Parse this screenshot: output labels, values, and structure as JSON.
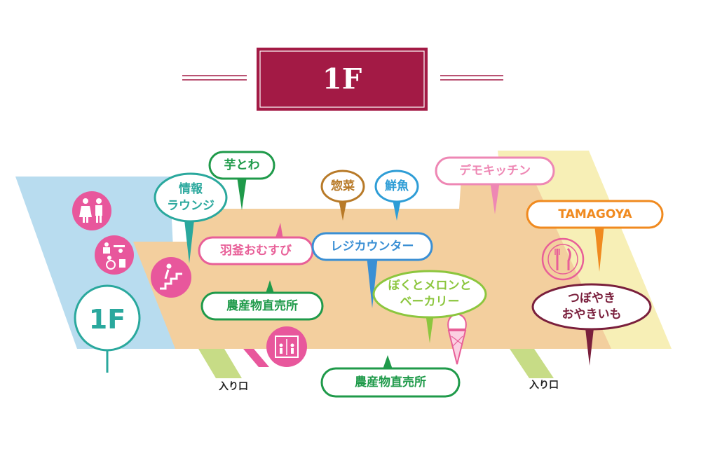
{
  "header": {
    "floor_title": "1F"
  },
  "badge": {
    "floor_label": "1F"
  },
  "entrances": {
    "left": "入り口",
    "right": "入り口"
  },
  "shops": {
    "imotowa": "芋とわ",
    "info_lounge_line1": "情報",
    "info_lounge_line2": "ラウンジ",
    "souzai": "惣菜",
    "sengyo": "鮮魚",
    "demo_kitchen": "デモキッチン",
    "tamagoya": "TAMAGOYA",
    "hagama_omusubi": "羽釜おむすび",
    "register_counter": "レジカウンター",
    "melonpan_line1": "ぼくとメロンと",
    "melonpan_line2": "ベーカリー",
    "tsubo_yaki_line1": "つぼやき",
    "tsubo_yaki_line2": "おやきいも",
    "nousanbutsu_upper": "農産物直売所",
    "nousanbutsu_lower": "農産物直売所"
  },
  "colors": {
    "title_bg": "#a31a45",
    "floor": "#f3cf9e",
    "left_zone": "#b8dcef",
    "right_zone": "#f7efb6",
    "entrance_path": "#c7dc86",
    "facility_pink": "#e8579c",
    "teal": "#2aa89d",
    "green": "#1f9a4a",
    "brown": "#b87a28",
    "sky": "#2e9dd6",
    "light_pink": "#ee87b4",
    "orange": "#f08a1f",
    "pink": "#e85f98",
    "blue": "#3a8fd4",
    "lime": "#8cc63e",
    "maroon": "#7a1f3c"
  },
  "icons": [
    "restroom-icon",
    "baby-care-icon",
    "wheelchair-icon",
    "stairs-icon",
    "elevator-icon",
    "dining-icon",
    "ice-cream-icon"
  ]
}
